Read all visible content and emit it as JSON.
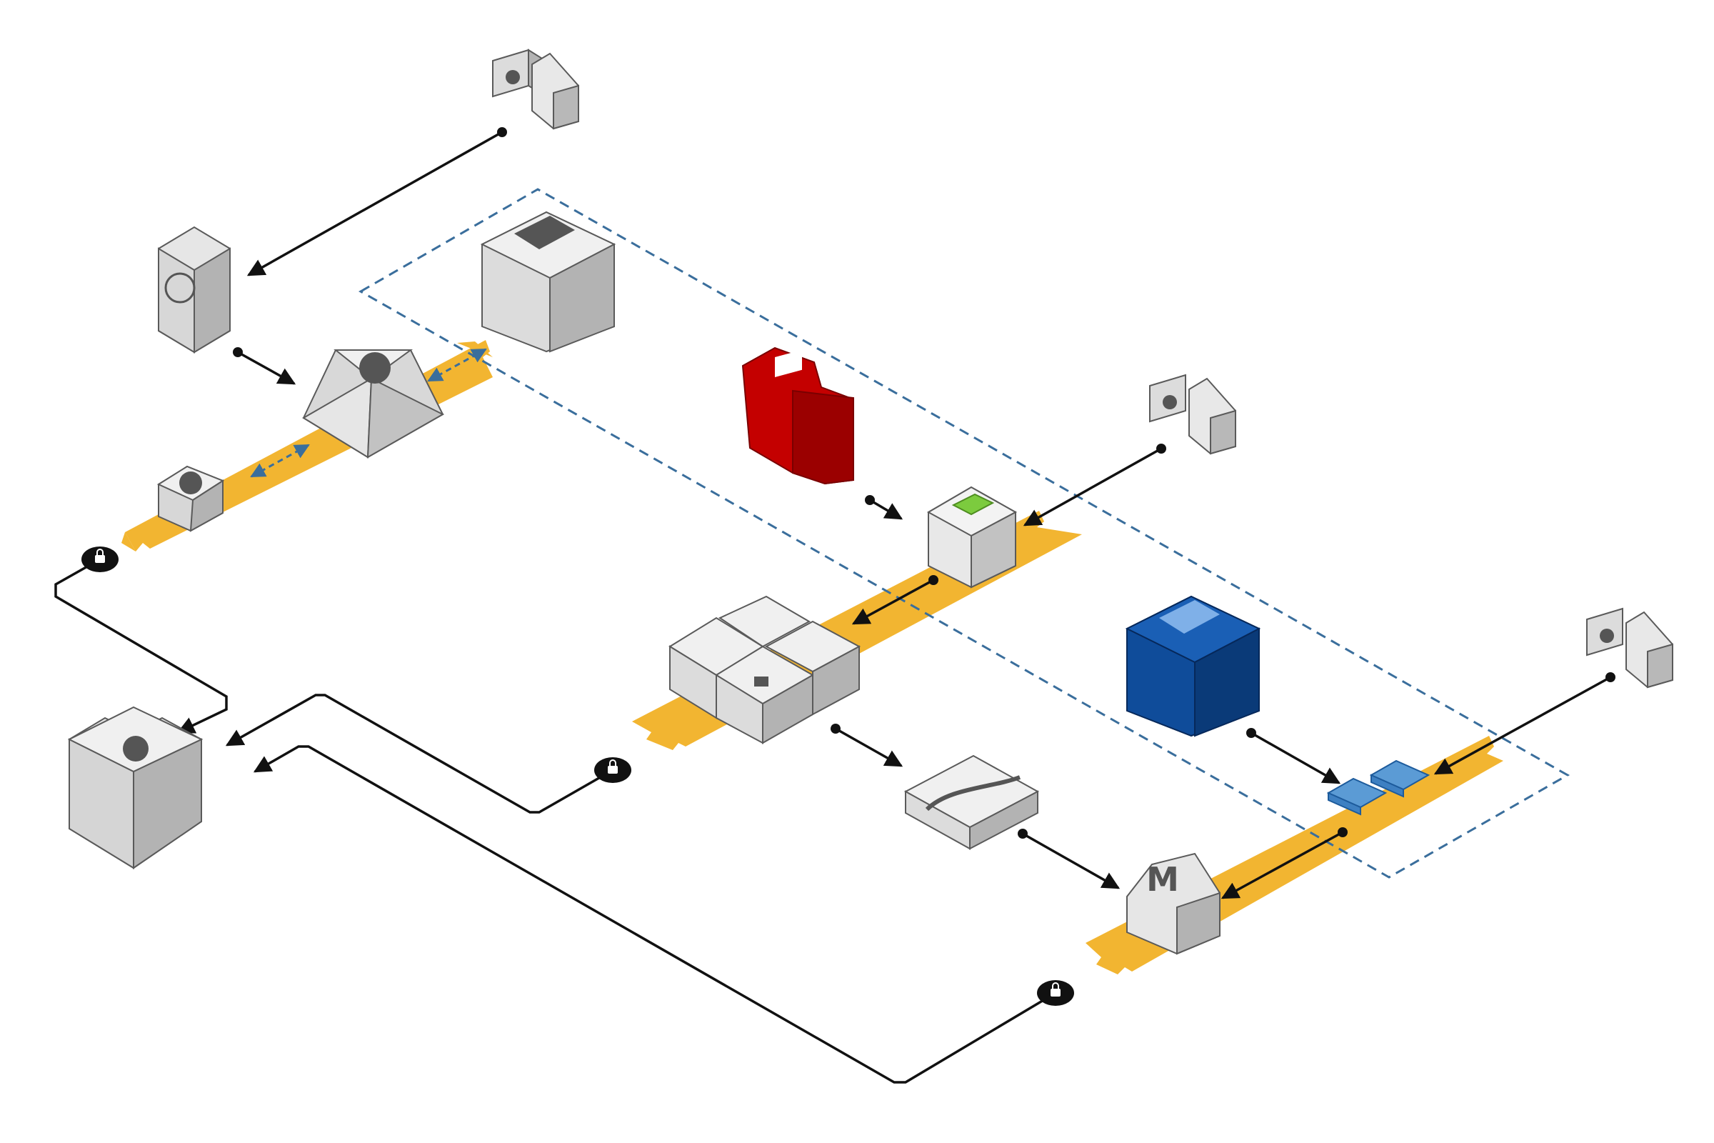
{
  "colors": {
    "background": "#ffffff",
    "band": "#f2b531",
    "line": "#111111",
    "boundary": "#3a6e9c",
    "node_top": "#f1f1f1",
    "node_left": "#dcdcdc",
    "node_right": "#b3b3b3",
    "node_stroke": "#5a5a5a",
    "icon_dark": "#4a4a4a",
    "red_top": "#c40000",
    "red_side": "#9b0000",
    "blue_top": "#0f4c9a",
    "blue_side": "#0a3a78",
    "blue_light": "#5b9bd5",
    "green": "#7ccb3e",
    "lock": "#111111"
  },
  "nodes": [
    {
      "name": "cloud-client-top",
      "icon": "cloud-client-icon"
    },
    {
      "name": "cloud-client-middle",
      "icon": "cloud-client-icon"
    },
    {
      "name": "cloud-client-right",
      "icon": "cloud-client-icon"
    },
    {
      "name": "dns-server",
      "icon": "globe-icon"
    },
    {
      "name": "router-hub",
      "icon": "network-icon"
    },
    {
      "name": "small-storage-node",
      "icon": "branch-icon"
    },
    {
      "name": "gray-datacenter",
      "icon": "server-rack-icon"
    },
    {
      "name": "red-database-cluster",
      "icon": "database-icon"
    },
    {
      "name": "load-balancer",
      "icon": "green-block-icon"
    },
    {
      "name": "compute-cluster",
      "icon": "chip-icon"
    },
    {
      "name": "cable-junction",
      "icon": "cable-icon"
    },
    {
      "name": "blue-datacenter",
      "icon": "server-rack-icon"
    },
    {
      "name": "blue-disks",
      "icon": "disk-icon"
    },
    {
      "name": "mail-gateway",
      "icon": "m-letter-icon",
      "label": "M"
    },
    {
      "name": "settings-datacenter",
      "icon": "gear-icon"
    }
  ],
  "locks": [
    {
      "name": "lock-left",
      "icon": "lock-icon"
    },
    {
      "name": "lock-middle",
      "icon": "lock-icon"
    },
    {
      "name": "lock-bottom",
      "icon": "lock-icon"
    }
  ],
  "boundary": {
    "style": "dashed",
    "name": "vpc-boundary"
  }
}
